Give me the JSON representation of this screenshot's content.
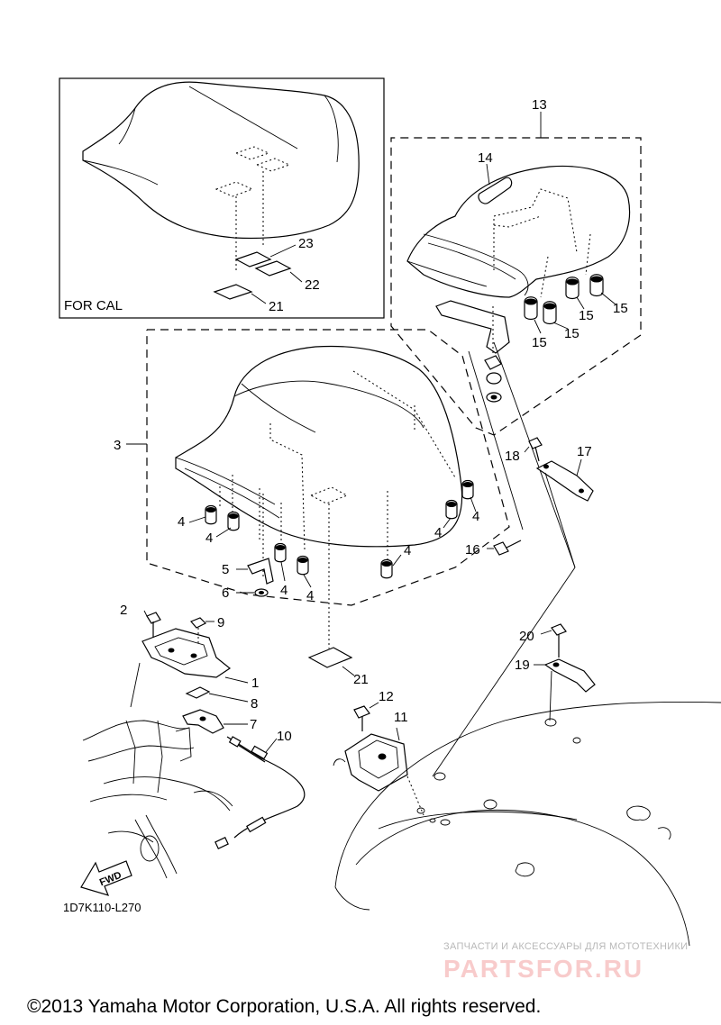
{
  "inset_label": "FOR CAL",
  "callouts": {
    "c1": "1",
    "c2": "2",
    "c3": "3",
    "c4a": "4",
    "c4b": "4",
    "c4c": "4",
    "c4d": "4",
    "c4e": "4",
    "c4f": "4",
    "c4g": "4",
    "c5": "5",
    "c6": "6",
    "c7": "7",
    "c8": "8",
    "c9": "9",
    "c10": "10",
    "c11": "11",
    "c12": "12",
    "c13": "13",
    "c14": "14",
    "c15a": "15",
    "c15b": "15",
    "c15c": "15",
    "c15d": "15",
    "c16": "16",
    "c17": "17",
    "c18": "18",
    "c19": "19",
    "c20": "20",
    "c21a": "21",
    "c21b": "21",
    "c22": "22",
    "c23": "23"
  },
  "fwd_label": "FWD",
  "diagram_code": "1D7K110-L270",
  "watermark": {
    "tagline": "ЗАПЧАСТИ И АКСЕССУАРЫ ДЛЯ МОТОТЕХНИКИ",
    "brand": "PARTSFOR.RU"
  },
  "copyright": "©2013 Yamaha Motor Corporation, U.S.A. All rights reserved."
}
